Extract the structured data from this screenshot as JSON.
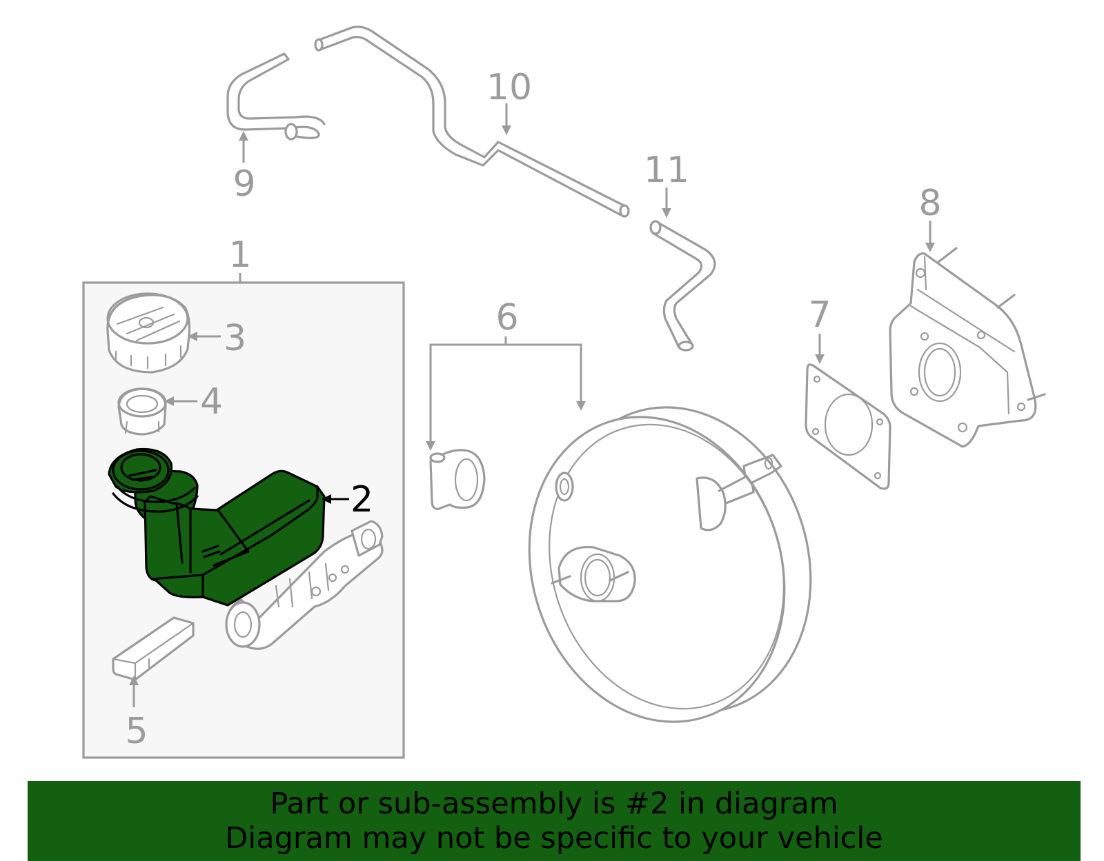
{
  "callouts": {
    "c1": "1",
    "c2": "2",
    "c3": "3",
    "c4": "4",
    "c5": "5",
    "c6": "6",
    "c7": "7",
    "c8": "8",
    "c9": "9",
    "c10": "10",
    "c11": "11"
  },
  "highlight": {
    "part_number": "2",
    "color": "#126010"
  },
  "banner": {
    "line1": "Part or sub-assembly is #2 in diagram",
    "line2": "Diagram may not be specific to your vehicle",
    "color": "#126010"
  }
}
